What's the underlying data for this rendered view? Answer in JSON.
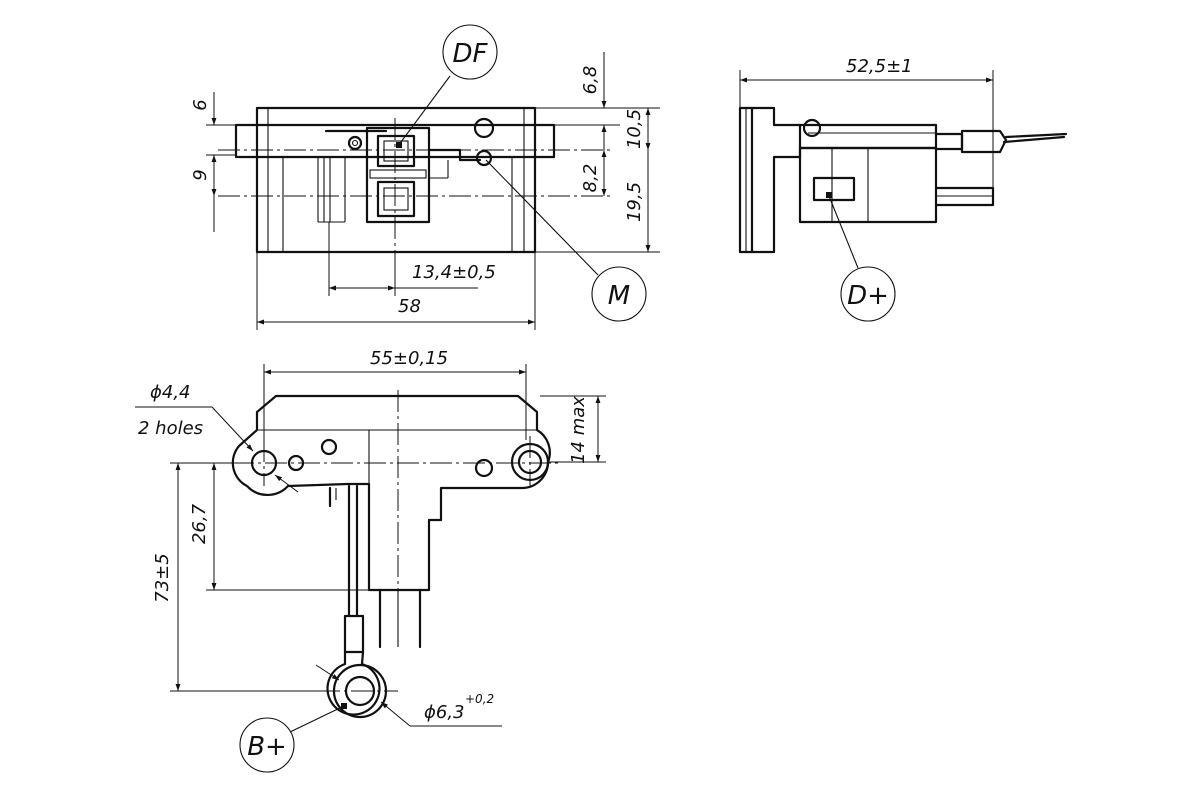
{
  "callouts": {
    "df": "DF",
    "m": "M",
    "d_plus": "D+",
    "b_plus": "B+"
  },
  "dimensions": {
    "front_6": "6",
    "front_9": "9",
    "front_6_8": "6,8",
    "front_10_5": "10,5",
    "front_8_2": "8,2",
    "front_19_5": "19,5",
    "front_13_4": "13,4±0,5",
    "front_58": "58",
    "side_52_5": "52,5±1",
    "top_55": "55±0,15",
    "top_14max": "14 max",
    "top_hole_dia": "ϕ4,4",
    "top_holes_count": "2 holes",
    "top_26_7": "26,7",
    "top_73": "73±5",
    "top_term_dia": "ϕ6,3",
    "top_term_tol": "+0,2"
  },
  "colors": {
    "line": "#111111",
    "background": "#ffffff"
  }
}
